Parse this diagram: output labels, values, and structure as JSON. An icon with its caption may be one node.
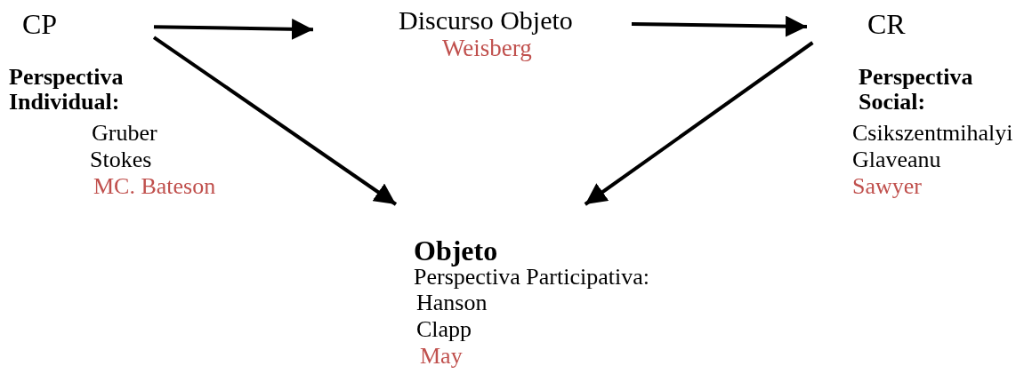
{
  "diagram": {
    "nodes": [
      {
        "text": [
          "CP"
        ],
        "beside": [
          "Perspectiva Individual:",
          "Gruber",
          "Stokes",
          "MC. Bateson"
        ]
      },
      {
        "text": [
          "Discurso Objeto",
          "Weisberg"
        ]
      },
      {
        "text": [
          "CR"
        ],
        "beside": [
          "Perspectiva Social:",
          "Csikszentmihalyi",
          "Glaveanu",
          "Sawyer"
        ]
      },
      {
        "text": [
          "Objeto",
          "Perspectiva Participativa:",
          "Hanson",
          "Clapp",
          "May"
        ]
      }
    ],
    "edges": [
      {
        "from": 0,
        "to": 1,
        "arrow": "to"
      },
      {
        "from": 1,
        "to": 2,
        "arrow": "to"
      },
      {
        "from": 0,
        "to": 3,
        "arrow": "to"
      },
      {
        "from": 2,
        "to": 3,
        "arrow": "to"
      }
    ]
  }
}
